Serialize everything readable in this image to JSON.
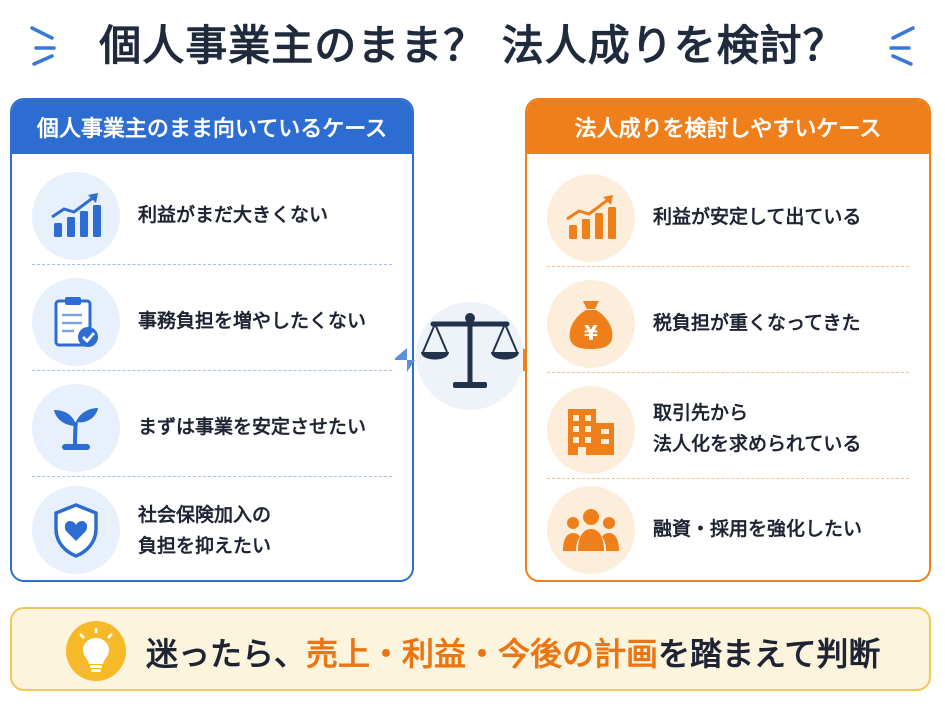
{
  "title": "個人事業主のまま？ 法人成りを検討？",
  "colors": {
    "blue": "#2d6cd0",
    "orange": "#ef7f1a",
    "gold": "#f6b928",
    "dark": "#1f2a3c"
  },
  "left": {
    "heading": "個人事業主のまま向いているケース",
    "items": [
      {
        "icon": "bar-chart-up-icon",
        "lines": [
          "利益がまだ大きくない"
        ]
      },
      {
        "icon": "clipboard-check-icon",
        "lines": [
          "事務負担を増やしたくない"
        ]
      },
      {
        "icon": "sprout-icon",
        "lines": [
          "まずは事業を安定させたい"
        ]
      },
      {
        "icon": "shield-heart-icon",
        "lines": [
          "社会保険加入の",
          "負担を抑えたい"
        ]
      }
    ]
  },
  "right": {
    "heading": "法人成りを検討しやすいケース",
    "items": [
      {
        "icon": "bar-chart-up-icon",
        "lines": [
          "利益が安定して出ている"
        ]
      },
      {
        "icon": "yen-money-bag-icon",
        "lines": [
          "税負担が重くなってきた"
        ]
      },
      {
        "icon": "office-building-icon",
        "lines": [
          "取引先から",
          "法人化を求められている"
        ]
      },
      {
        "icon": "team-people-icon",
        "lines": [
          "融資・採用を強化したい"
        ]
      }
    ]
  },
  "center": {
    "icon": "balance-scale-icon"
  },
  "banner": {
    "icon": "lightbulb-icon",
    "prefix": "迷ったら、",
    "highlight": "売上・利益・今後の計画",
    "suffix": "を踏まえて判断"
  }
}
